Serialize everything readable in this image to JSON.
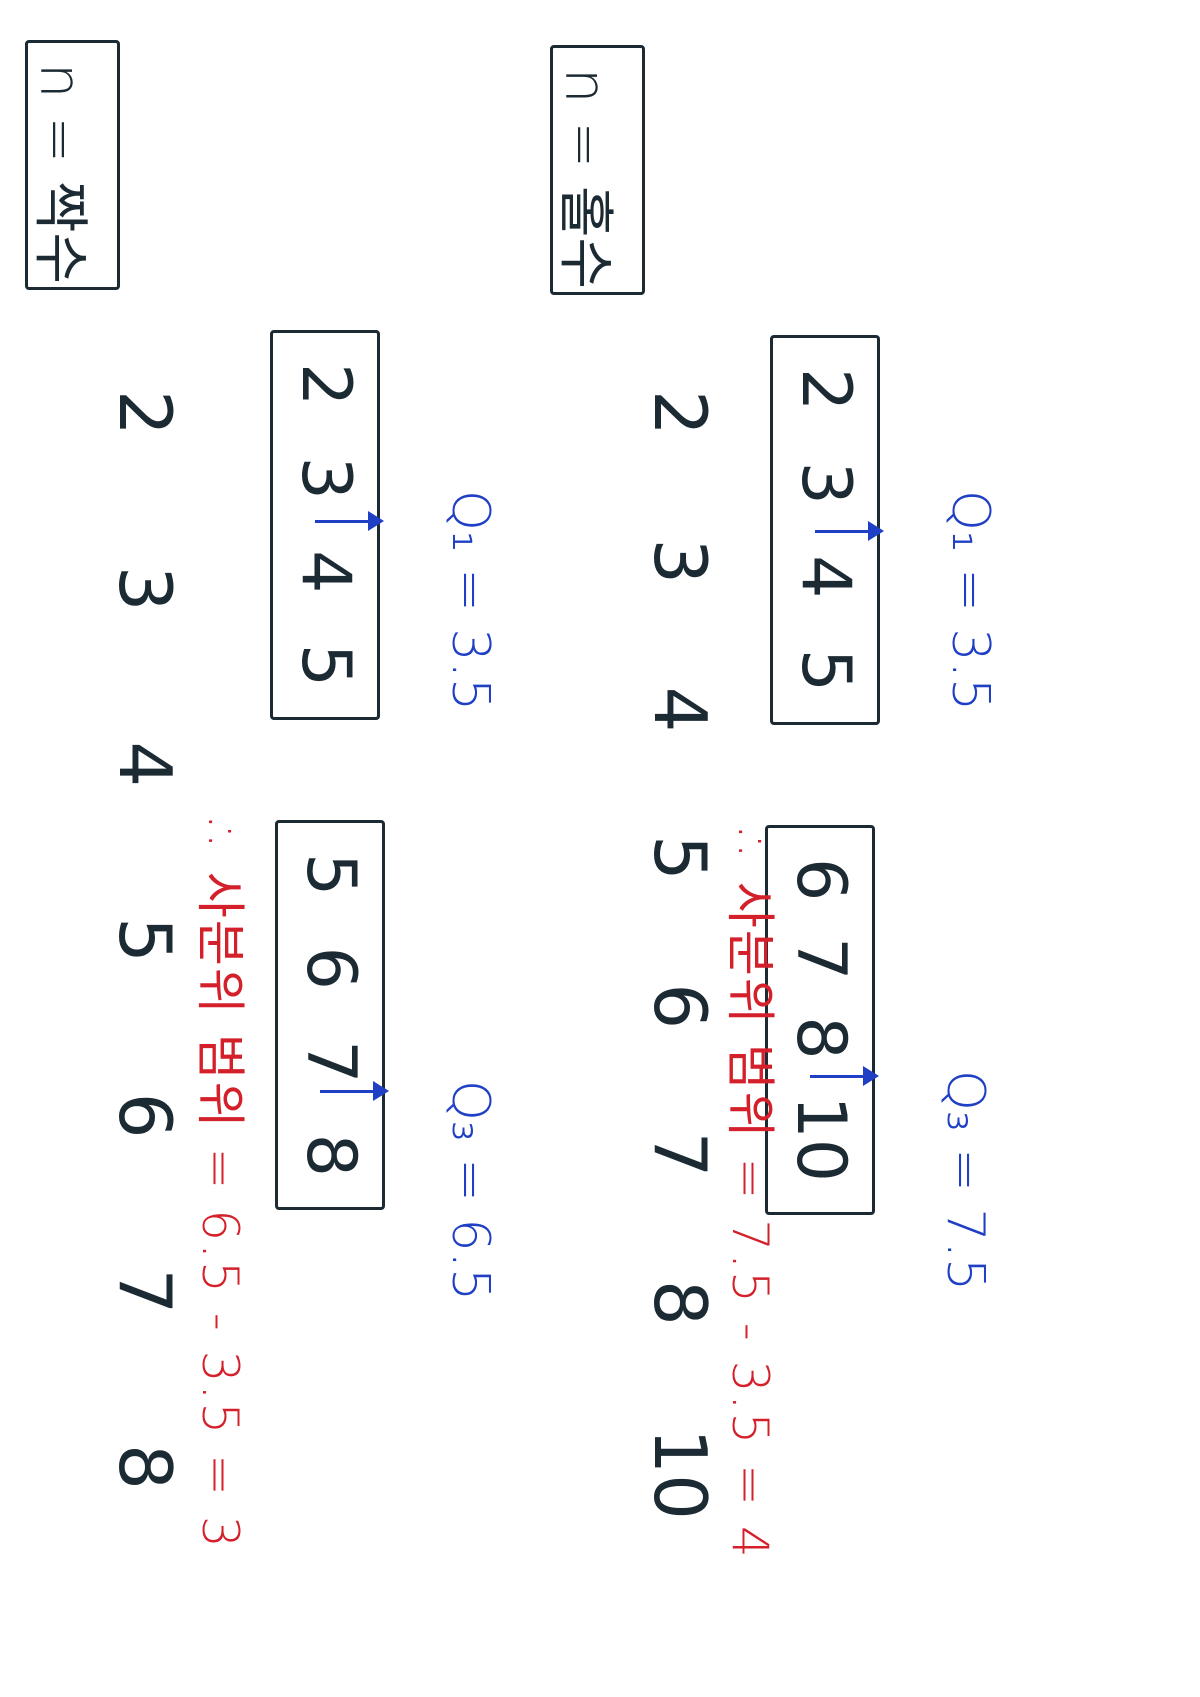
{
  "case_even": {
    "label": "n = 짝수",
    "sequence": [
      "2",
      "3",
      "4",
      "5",
      "6",
      "7",
      "8"
    ],
    "lower_half": [
      "2",
      "3",
      "4",
      "5"
    ],
    "upper_half": [
      "5",
      "6",
      "7",
      "8"
    ],
    "q1": "Q₁ = 3.5",
    "q3": "Q₃ = 6.5",
    "result": "∴ 사분위 범위 = 6.5 - 3.5 = 3"
  },
  "case_odd": {
    "label": "n = 홀수",
    "sequence": [
      "2",
      "3",
      "4",
      "5",
      "6",
      "7",
      "8",
      "10"
    ],
    "lower_half": [
      "2",
      "3",
      "4",
      "5"
    ],
    "upper_half": [
      "6",
      "7",
      "8",
      "10"
    ],
    "q1": "Q₁ = 3.5",
    "q3": "Q₃ = 7.5",
    "result": "∴ 사분위 범위 = 7.5 - 3.5 = 4"
  }
}
